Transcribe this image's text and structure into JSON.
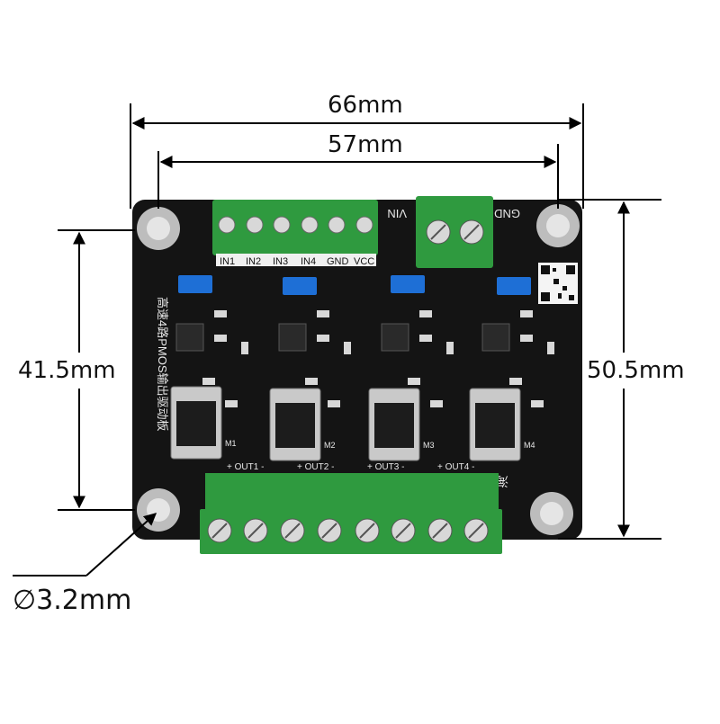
{
  "dimensions": {
    "width_outer": "66mm",
    "width_inner": "57mm",
    "height_inner": "41.5mm",
    "height_outer": "50.5mm",
    "hole_diameter": "∅3.2mm"
  },
  "board": {
    "input_terminal_labels": [
      "IN1",
      "IN2",
      "IN3",
      "IN4",
      "GND",
      "VCC"
    ],
    "power_labels": [
      "VIN",
      "GND"
    ],
    "silkscreen_title": "高速4路PMOS输出驱动板",
    "output_labels": [
      "+ OUT1 -",
      "+ OUT2 -",
      "+ OUT3 -",
      "+ OUT4 -"
    ],
    "mosfet_labels": [
      "M1",
      "M2",
      "M3",
      "M4"
    ],
    "brand_mark": "海陵量"
  },
  "colors": {
    "pcb": "#141414",
    "terminal_green": "#2f9a3f",
    "jumper_blue": "#1e6fd6",
    "mosfet_silver": "#c9c9c9",
    "silkscreen": "#e8e8e8"
  }
}
